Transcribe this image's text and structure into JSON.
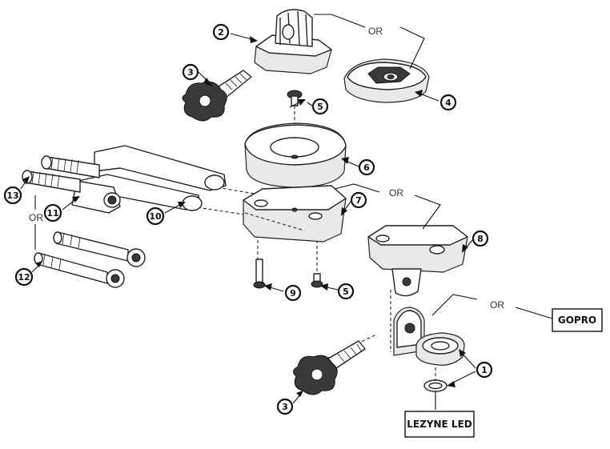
{
  "or_label": "OR",
  "callouts": [
    "1",
    "2",
    "3",
    "4",
    "5",
    "6",
    "7",
    "8",
    "9",
    "10",
    "11",
    "12",
    "13"
  ],
  "boxes": {
    "gopro": "GOPRO",
    "lezyne_led": "LEZYNE LED"
  }
}
